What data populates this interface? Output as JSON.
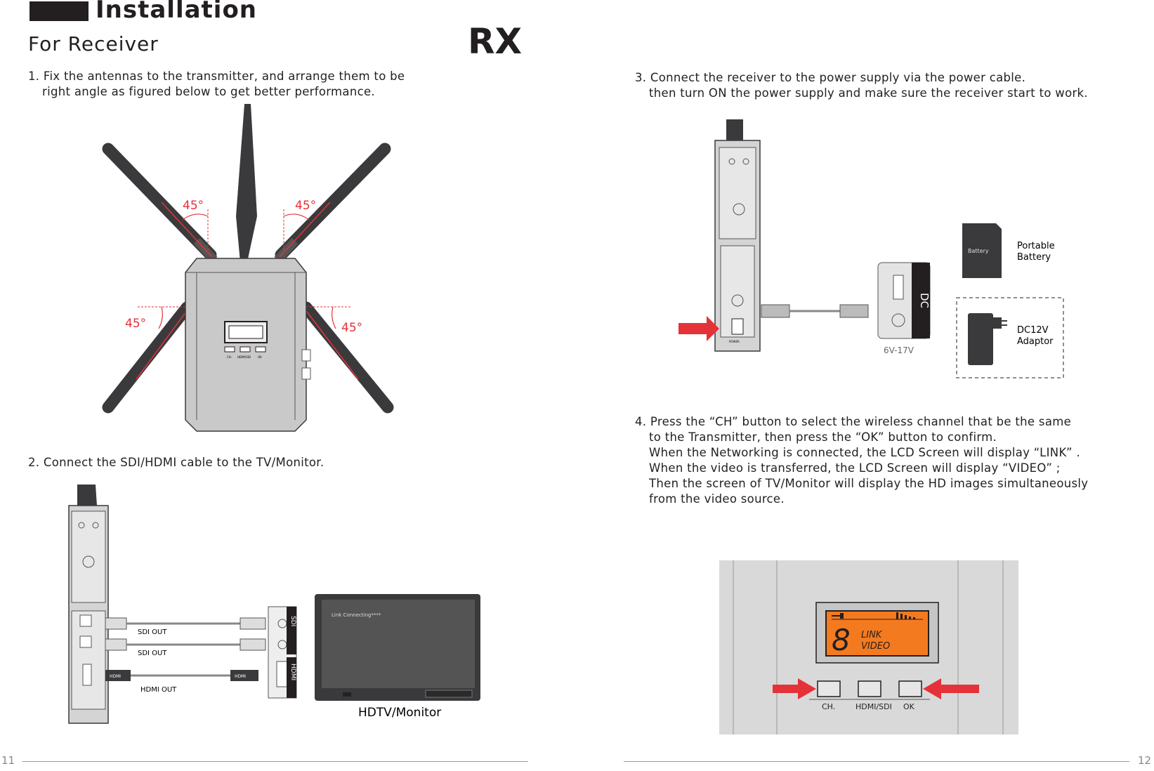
{
  "header": {
    "title": "Installation",
    "subtitle": "For Receiver",
    "badge": "RX"
  },
  "steps": {
    "s1": {
      "line1": "1. Fix the antennas to the transmitter, and arrange them to be",
      "line2": "right angle as figured below to get better performance."
    },
    "s2": {
      "line1": "2. Connect the SDI/HDMI cable to the TV/Monitor."
    },
    "s3": {
      "line1": "3. Connect the receiver to the power supply via the power cable.",
      "line2": "then turn ON the power supply and make sure the receiver start to work."
    },
    "s4": {
      "line1": "4. Press the  “CH”  button to select the wireless channel that be the same",
      "line2": "to the Transmitter, then press the “OK”  button to confirm.",
      "line3": "When the Networking is  connected, the LCD Screen will  display  “LINK” .",
      "line4": "When the video  is  transferred, the LCD Screen will display  “VIDEO” ;",
      "line5": "Then the screen of TV/Monitor will display the HD images simultaneously",
      "line6": "from the video source."
    }
  },
  "antenna_figure": {
    "angle_label": "45°",
    "device_buttons": [
      "CH.",
      "HDMI/SDI",
      "OK"
    ]
  },
  "sdi_figure": {
    "sdi_out_1": "SDI OUT",
    "sdi_out_2": "SDI OUT",
    "hdmi_out": "HDMI OUT",
    "connector_sdi": "SDI",
    "connector_hdmi": "HDMI",
    "plug_label": "HDMI",
    "monitor_screen_text": "Link Connecting****",
    "monitor_caption": "HDTV/Monitor"
  },
  "power_figure": {
    "dc_label": "DC",
    "voltage": "6V-17V",
    "battery_tag": "Battery",
    "battery_label_1": "Portable",
    "battery_label_2": "Battery",
    "adaptor_label_1": "DC12V",
    "adaptor_label_2": "Adaptor",
    "power_switch": "POWER"
  },
  "lcd_figure": {
    "lcd_line1": "LINK",
    "lcd_line2": "VIDEO",
    "lcd_digit": "8",
    "buttons": [
      "CH.",
      "HDMI/SDI",
      "OK"
    ]
  },
  "footer": {
    "left_page": "11",
    "right_page": "12"
  },
  "colors": {
    "accent_red": "#e53238",
    "lcd_orange": "#f47a20",
    "device_gray": "#c9c9ca",
    "ink": "#231f20"
  }
}
